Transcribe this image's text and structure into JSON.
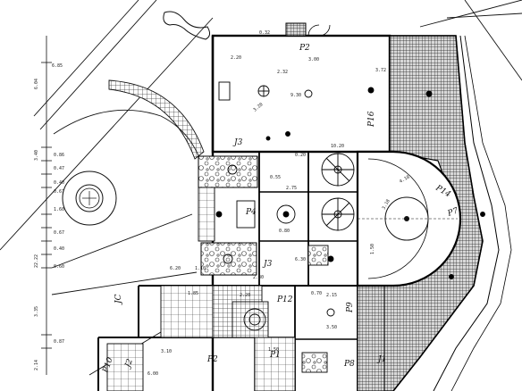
{
  "rooms": {
    "p16": "P16",
    "p7": "P7",
    "p14": "P14",
    "p9": "P9",
    "p10": "P10",
    "p8": "P8",
    "p2_top": "P2",
    "p2_bottom": "P2",
    "p1": "P1",
    "p4": "P4",
    "p12": "P12",
    "j3_top": "J3",
    "j3_mid": "J3",
    "j1": "J1",
    "j2": "J2",
    "jc": "JC"
  },
  "dims": {
    "d_232": "2.32",
    "d_220": "2.20",
    "d_300": "3.00",
    "d_372": "3.72",
    "d_930": "9.30",
    "d_320": "3.20",
    "d_630": "6.30",
    "d_275": "2.75",
    "d_055": "0.55",
    "d_020": "0.20",
    "d_1020": "10.20",
    "d_318": "3.18",
    "d_418": "4.18",
    "d_150": "1.50",
    "d_080": "0.80",
    "d_070": "0.70",
    "d_215": "2.15",
    "d_350": "3.50",
    "d_620": "6.20",
    "d_110": "1.10",
    "d_600": "6.00",
    "d_230": "2.30",
    "d_150b": "1.50",
    "d_185": "1.85",
    "d_220b": "2.20",
    "d_060": "0.60",
    "d_067": "0.67",
    "d_040": "0.40",
    "d_047": "0.47",
    "d_086": "0.86",
    "d_340": "3.40",
    "d_335": "3.35",
    "d_087": "0.87",
    "d_214": "2.14",
    "d_685": "6.85",
    "d_604": "6.04",
    "d_160": "1.60",
    "d_2222": "22.22",
    "d_032": "0.32",
    "d_310": "3.10"
  }
}
